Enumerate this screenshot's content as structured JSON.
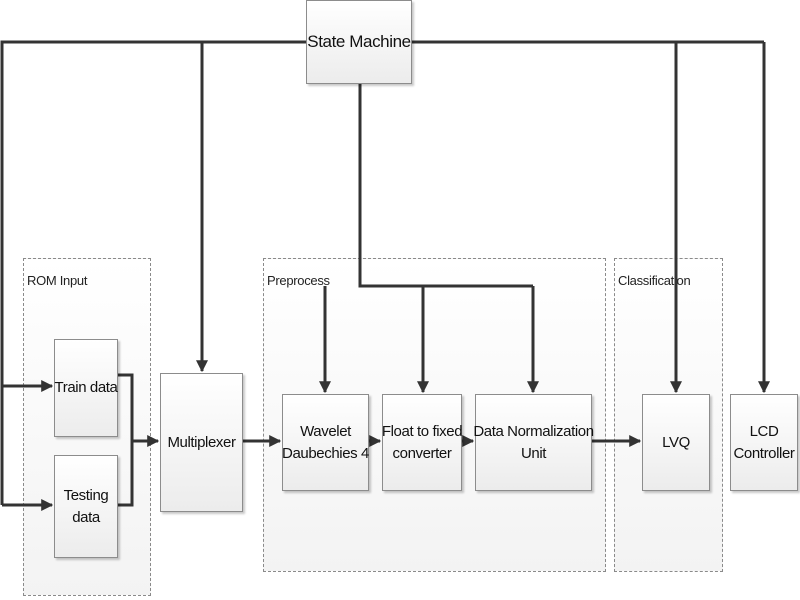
{
  "groups": {
    "rom_input": "ROM Input",
    "preprocess": "Preprocess",
    "classification": "Classification"
  },
  "blocks": {
    "state_machine": "State Machine",
    "train_data": "Train data",
    "testing_data": [
      "Testing",
      "data"
    ],
    "multiplexer": "Multiplexer",
    "wavelet": [
      "Wavelet",
      "Daubechies 4"
    ],
    "float_fixed": [
      "Float to fixed",
      "converter"
    ],
    "data_norm": [
      "Data Normalization",
      "Unit"
    ],
    "lvq": "LVQ",
    "lcd": [
      "LCD",
      "Controller"
    ]
  },
  "colors": {
    "wire": "#333333",
    "border": "#8c8c8c",
    "group_border": "#8a8a8a"
  }
}
